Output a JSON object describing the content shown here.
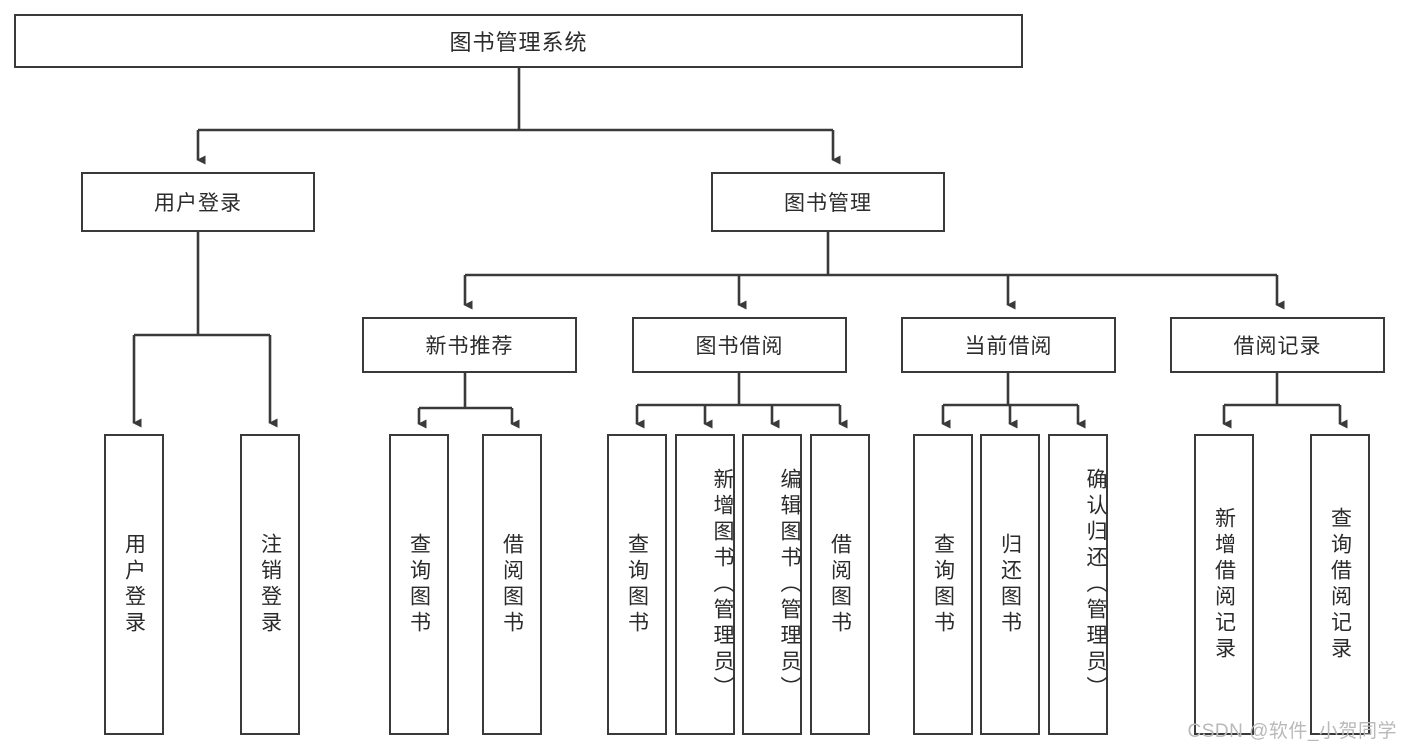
{
  "diagram": {
    "type": "tree-hierarchy",
    "title": "图书管理系统",
    "root": {
      "label": "图书管理系统"
    },
    "level2": [
      {
        "label": "用户登录"
      },
      {
        "label": "图书管理"
      }
    ],
    "level3": [
      {
        "label": "新书推荐",
        "parent": "图书管理"
      },
      {
        "label": "图书借阅",
        "parent": "图书管理"
      },
      {
        "label": "当前借阅",
        "parent": "图书管理"
      },
      {
        "label": "借阅记录",
        "parent": "图书管理"
      }
    ],
    "leaves": {
      "user_login": [
        {
          "label": "用户登录"
        },
        {
          "label": "注销登录"
        }
      ],
      "new_book_recommend": [
        {
          "label": "查询图书"
        },
        {
          "label": "借阅图书"
        }
      ],
      "book_borrow": [
        {
          "label": "查询图书"
        },
        {
          "label": "新增图书（管理员）"
        },
        {
          "label": "编辑图书（管理员）"
        },
        {
          "label": "借阅图书"
        }
      ],
      "current_borrow": [
        {
          "label": "查询图书"
        },
        {
          "label": "归还图书"
        },
        {
          "label": "确认归还（管理员）"
        }
      ],
      "borrow_record": [
        {
          "label": "新增借阅记录"
        },
        {
          "label": "查询借阅记录"
        }
      ]
    }
  },
  "watermark": {
    "text": "CSDN @软件_小贺同学"
  },
  "colors": {
    "stroke": "#3a3a3a",
    "background": "#ffffff",
    "text": "#2b2b2b",
    "watermark": "#b9b9b9"
  }
}
